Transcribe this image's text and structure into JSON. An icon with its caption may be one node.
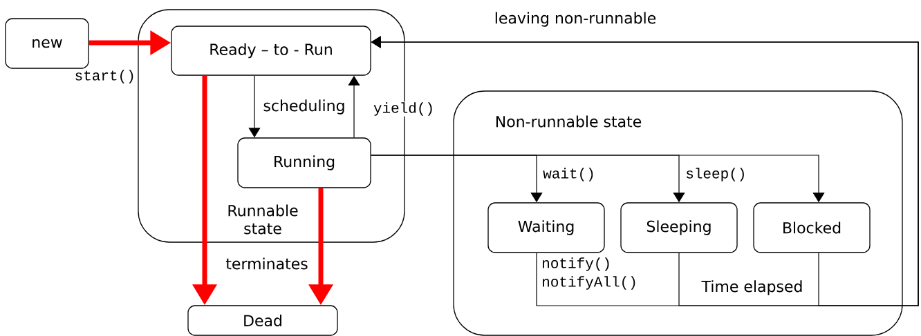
{
  "diagram": {
    "nodes": [
      {
        "text": [
          "new"
        ]
      },
      {
        "text": [
          "Runnable state"
        ]
      },
      {
        "text": [
          "Ready – to - Run"
        ],
        "in": 1
      },
      {
        "text": [
          "Running"
        ],
        "in": 1
      },
      {
        "text": [
          "Dead"
        ]
      },
      {
        "text": [
          "Non-runnable state"
        ]
      },
      {
        "text": [
          "Waiting"
        ],
        "in": 5
      },
      {
        "text": [
          "Sleeping"
        ],
        "in": 5
      },
      {
        "text": [
          "Blocked"
        ],
        "in": 5
      }
    ],
    "edges": [
      {
        "from": 0,
        "to": 2,
        "arrow": "to",
        "label": "start()",
        "style": "thick",
        "color": "#ff0000"
      },
      {
        "from": 2,
        "to": 3,
        "arrow": "to",
        "label": "scheduling"
      },
      {
        "from": 3,
        "to": 2,
        "arrow": "to",
        "label": "yield()"
      },
      {
        "from": 2,
        "to": 4,
        "arrow": "to",
        "style": "thick",
        "color": "#ff0000"
      },
      {
        "from": 3,
        "to": 4,
        "arrow": "to",
        "label": "terminates",
        "style": "thick",
        "color": "#ff0000"
      },
      {
        "from": 3,
        "to": 6,
        "arrow": "to",
        "label": "wait()"
      },
      {
        "from": 3,
        "to": 7,
        "arrow": "to",
        "label": "sleep()"
      },
      {
        "from": 3,
        "to": 8,
        "arrow": "to"
      },
      {
        "from": 6,
        "to": 2,
        "arrow": "to",
        "label": "notify() notifyAll()"
      },
      {
        "from": 7,
        "to": 2,
        "arrow": "to",
        "label": "Time elapsed"
      },
      {
        "from": 8,
        "to": 2,
        "arrow": "to"
      }
    ],
    "labels": [
      "leaving non-runnable"
    ]
  }
}
